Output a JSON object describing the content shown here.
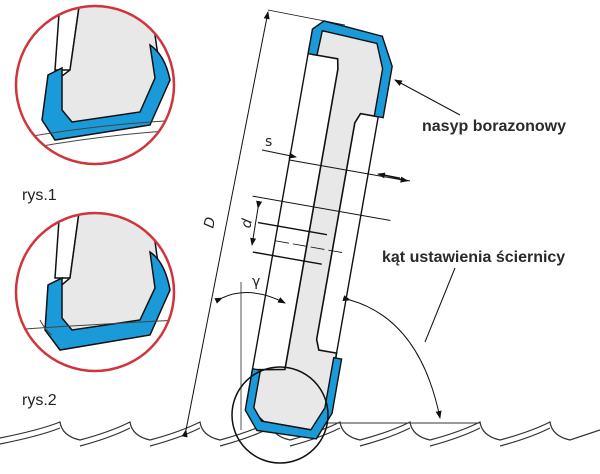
{
  "labels": {
    "coating": "nasyp borazonowy",
    "angle": "kąt ustawienia ściernicy",
    "fig1": "rys.1",
    "fig2": "rys.2",
    "dim_s": "s",
    "dim_d": "d",
    "dim_D": "D",
    "dim_gamma": "γ"
  },
  "colors": {
    "coating": "#1a9ad8",
    "hub": "#e8e8e8",
    "detail_circle": "#d0343c",
    "line": "#111111"
  }
}
